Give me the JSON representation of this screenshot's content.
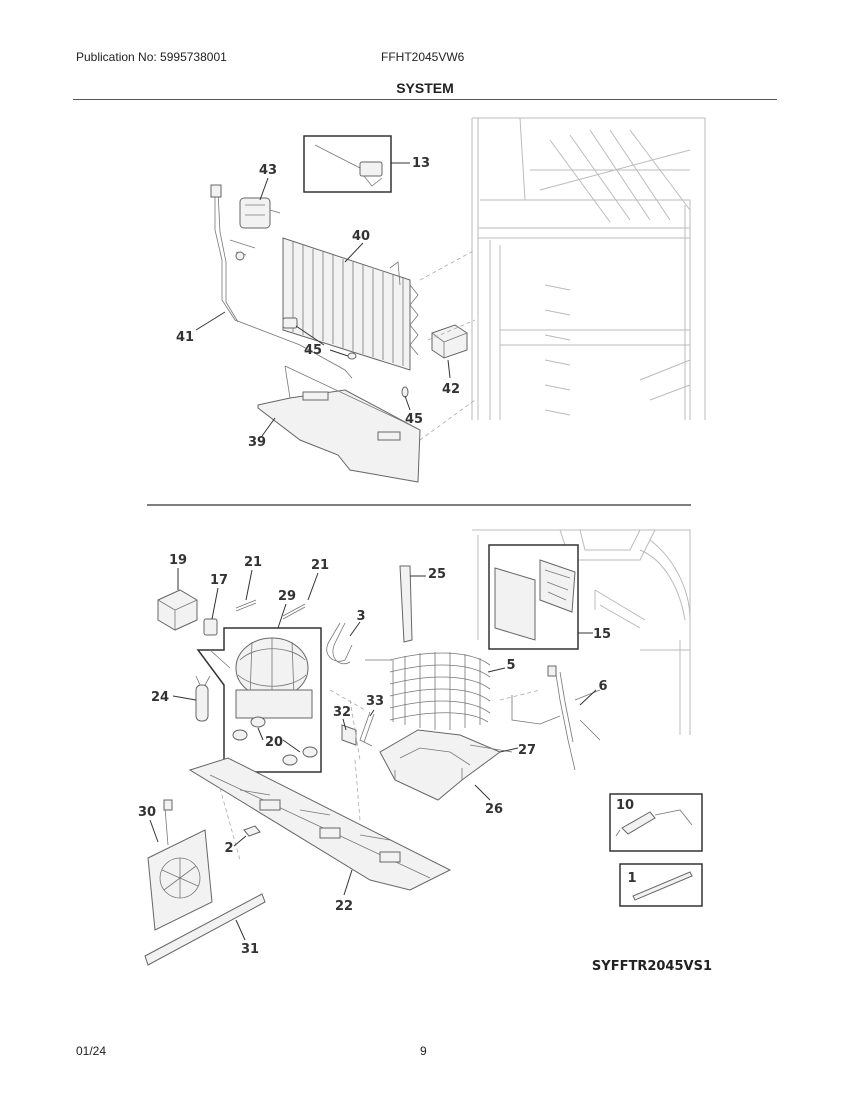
{
  "header": {
    "publication": "Publication No: 5995738001",
    "model": "FFHT2045VW6",
    "title": "SYSTEM"
  },
  "footer": {
    "date": "01/24",
    "page": "9"
  },
  "diagram_code": "SYFFTR2045VS1",
  "callouts_top": [
    "43",
    "13",
    "40",
    "41",
    "45",
    "45",
    "42",
    "39"
  ],
  "callouts_bottom": [
    "19",
    "21",
    "21",
    "17",
    "29",
    "3",
    "25",
    "15",
    "5",
    "6",
    "24",
    "32",
    "33",
    "20",
    "27",
    "26",
    "30",
    "2",
    "22",
    "31",
    "10",
    "1"
  ]
}
